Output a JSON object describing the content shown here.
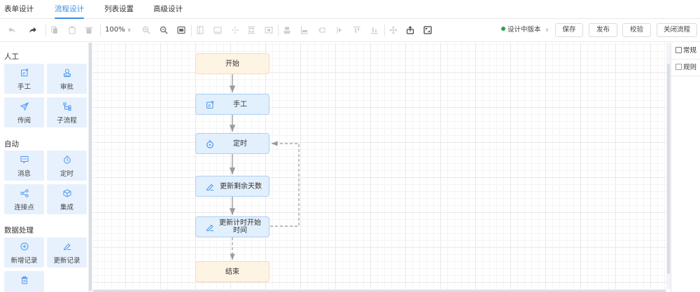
{
  "tabs": [
    {
      "label": "表单设计",
      "active": false
    },
    {
      "label": "流程设计",
      "active": true
    },
    {
      "label": "列表设置",
      "active": false
    },
    {
      "label": "高级设计",
      "active": false
    }
  ],
  "toolbar": {
    "zoom_level": "100%",
    "version_status": "设计中版本",
    "version_status_color": "#2fa34a",
    "buttons": {
      "save": "保存",
      "publish": "发布",
      "validate": "校验",
      "close_flow": "关闭流程"
    },
    "icons": [
      "undo-icon",
      "redo-icon",
      "copy-icon",
      "paste-icon",
      "delete-icon",
      "zoom-in-icon",
      "zoom-out-icon",
      "fit-icon",
      "align-left-icon",
      "align-bottom-icon",
      "center-icon",
      "align-top-icon",
      "align-middle-icon",
      "distribute-icon",
      "align-vbottom-icon",
      "align-right-icon",
      "align-hcenter-icon",
      "align-top2-icon",
      "align-bottom2-icon",
      "move-icon",
      "export-icon",
      "fullscreen-icon"
    ]
  },
  "palette": {
    "groups": [
      {
        "title": "人工",
        "items": [
          {
            "label": "手工",
            "icon": "edit-form-icon"
          },
          {
            "label": "审批",
            "icon": "stamp-icon"
          },
          {
            "label": "传阅",
            "icon": "send-icon"
          },
          {
            "label": "子流程",
            "icon": "subflow-icon"
          }
        ]
      },
      {
        "title": "自动",
        "items": [
          {
            "label": "消息",
            "icon": "message-icon"
          },
          {
            "label": "定时",
            "icon": "timer-icon"
          },
          {
            "label": "连接点",
            "icon": "share-icon"
          },
          {
            "label": "集成",
            "icon": "cube-icon"
          }
        ]
      },
      {
        "title": "数据处理",
        "items": [
          {
            "label": "新增记录",
            "icon": "add-circle-icon"
          },
          {
            "label": "更新记录",
            "icon": "pen-icon"
          },
          {
            "icon": "trash-icon"
          }
        ]
      }
    ]
  },
  "flow": {
    "nodes": [
      {
        "id": "start",
        "label": "开始",
        "kind": "terminal",
        "icon": ""
      },
      {
        "id": "manual",
        "label": "手工",
        "kind": "task",
        "icon": "edit-form-icon"
      },
      {
        "id": "timer",
        "label": "定时",
        "kind": "task",
        "icon": "timer-icon"
      },
      {
        "id": "update-days",
        "label": "更新剩余天数",
        "kind": "task",
        "icon": "pen-icon"
      },
      {
        "id": "update-start",
        "label": "更新计时开始\n时间",
        "kind": "task",
        "icon": "pen-icon"
      },
      {
        "id": "end",
        "label": "结束",
        "kind": "terminal",
        "icon": ""
      }
    ],
    "edges": [
      {
        "from": "start",
        "to": "manual",
        "style": "solid"
      },
      {
        "from": "manual",
        "to": "timer",
        "style": "solid"
      },
      {
        "from": "timer",
        "to": "update-days",
        "style": "solid"
      },
      {
        "from": "update-days",
        "to": "update-start",
        "style": "solid"
      },
      {
        "from": "update-start",
        "to": "end",
        "style": "dashed"
      },
      {
        "from": "update-start",
        "to": "timer",
        "style": "dashed-loop"
      }
    ]
  },
  "right_panel": {
    "tabs": [
      {
        "label": "常规",
        "icon": "form-icon"
      },
      {
        "label": "规则",
        "icon": "rule-icon"
      }
    ]
  }
}
